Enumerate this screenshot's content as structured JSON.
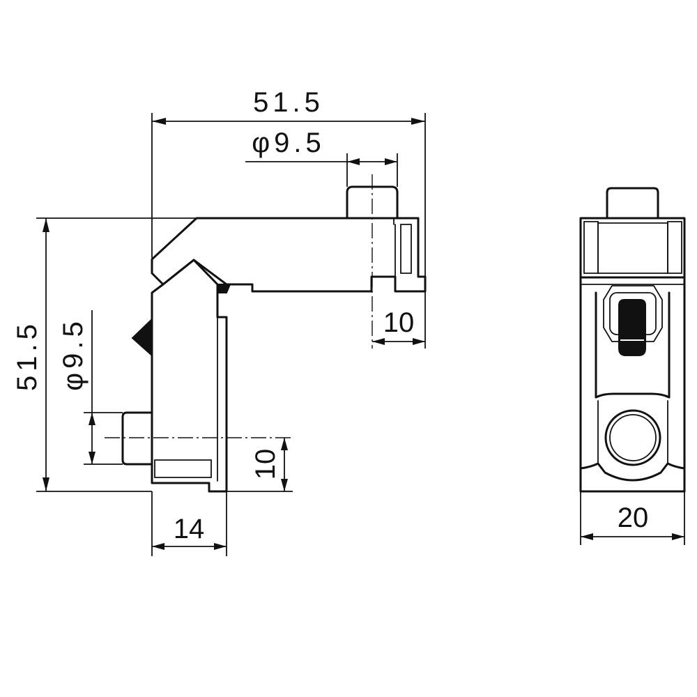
{
  "dimensions": {
    "top_width": "51.5",
    "top_pin_diameter": "φ9.5",
    "right_step": "10",
    "left_height": "51.5",
    "left_pin_diameter": "φ9.5",
    "lower_step": "10",
    "base_width": "14",
    "end_view_width": "20"
  }
}
